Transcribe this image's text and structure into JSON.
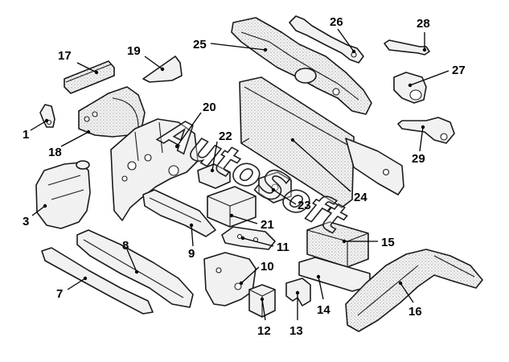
{
  "watermark": "AutoSoft",
  "callouts": [
    {
      "id": "1",
      "label": "1"
    },
    {
      "id": "3",
      "label": "3"
    },
    {
      "id": "7",
      "label": "7"
    },
    {
      "id": "8",
      "label": "8"
    },
    {
      "id": "9",
      "label": "9"
    },
    {
      "id": "10",
      "label": "10"
    },
    {
      "id": "11",
      "label": "11"
    },
    {
      "id": "12",
      "label": "12"
    },
    {
      "id": "13",
      "label": "13"
    },
    {
      "id": "14",
      "label": "14"
    },
    {
      "id": "15",
      "label": "15"
    },
    {
      "id": "16",
      "label": "16"
    },
    {
      "id": "17",
      "label": "17"
    },
    {
      "id": "18",
      "label": "18"
    },
    {
      "id": "19",
      "label": "19"
    },
    {
      "id": "20",
      "label": "20"
    },
    {
      "id": "21",
      "label": "21"
    },
    {
      "id": "22",
      "label": "22"
    },
    {
      "id": "23",
      "label": "23"
    },
    {
      "id": "24",
      "label": "24"
    },
    {
      "id": "25",
      "label": "25"
    },
    {
      "id": "26",
      "label": "26"
    },
    {
      "id": "27",
      "label": "27"
    },
    {
      "id": "28",
      "label": "28"
    },
    {
      "id": "29",
      "label": "29"
    }
  ]
}
